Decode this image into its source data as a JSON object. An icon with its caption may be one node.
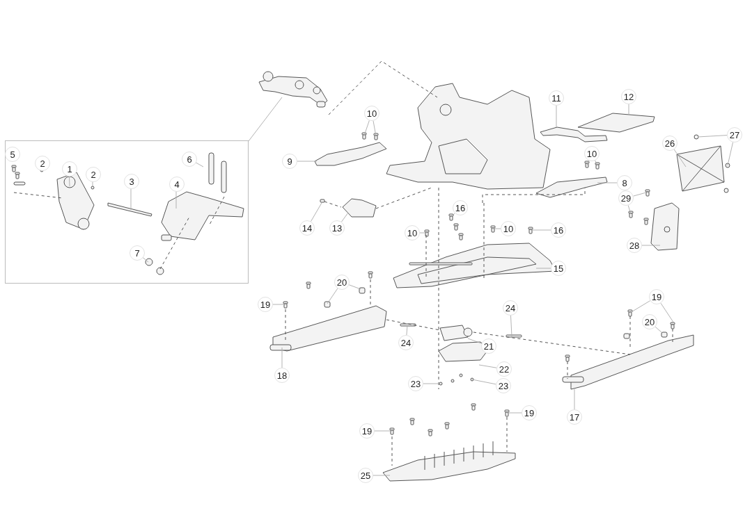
{
  "diagram": {
    "nodes": [
      {
        "text": [],
        "shape": "box"
      },
      {
        "text": [
          "5"
        ],
        "in": 0
      },
      {
        "text": [
          "2"
        ],
        "in": 0
      },
      {
        "text": [
          "1"
        ],
        "in": 0
      },
      {
        "text": [
          "2"
        ],
        "in": 0
      },
      {
        "text": [
          "3"
        ],
        "in": 0
      },
      {
        "text": [
          "6"
        ],
        "in": 0
      },
      {
        "text": [
          "4"
        ],
        "in": 0
      },
      {
        "text": [
          "7"
        ],
        "in": 0
      },
      {
        "text": [
          "10"
        ]
      },
      {
        "text": [
          "11"
        ]
      },
      {
        "text": [
          "12"
        ]
      },
      {
        "text": [
          "27"
        ]
      },
      {
        "text": [
          "26"
        ]
      },
      {
        "text": [
          "9"
        ]
      },
      {
        "text": [
          "10"
        ]
      },
      {
        "text": [
          "8"
        ]
      },
      {
        "text": [
          "29"
        ]
      },
      {
        "text": [
          "16"
        ]
      },
      {
        "text": [
          "14"
        ]
      },
      {
        "text": [
          "13"
        ]
      },
      {
        "text": [
          "10"
        ]
      },
      {
        "text": [
          "16"
        ]
      },
      {
        "text": [
          "10"
        ]
      },
      {
        "text": [
          "28"
        ]
      },
      {
        "text": [
          "15"
        ]
      },
      {
        "text": [
          "20"
        ]
      },
      {
        "text": [
          "19"
        ]
      },
      {
        "text": [
          "19"
        ]
      },
      {
        "text": [
          "24"
        ]
      },
      {
        "text": [
          "20"
        ]
      },
      {
        "text": [
          "24"
        ]
      },
      {
        "text": [
          "21"
        ]
      },
      {
        "text": [
          "22"
        ]
      },
      {
        "text": [
          "18"
        ]
      },
      {
        "text": [
          "23"
        ]
      },
      {
        "text": [
          "23"
        ]
      },
      {
        "text": [
          "19"
        ]
      },
      {
        "text": [
          "17"
        ]
      },
      {
        "text": [
          "19"
        ]
      },
      {
        "text": [
          "25"
        ]
      }
    ],
    "edges": [
      {
        "from": 0,
        "to": null,
        "arrow": "none"
      },
      {
        "from": 3,
        "to": null,
        "arrow": "none"
      },
      {
        "from": 4,
        "to": null,
        "arrow": "none"
      },
      {
        "from": 5,
        "to": null,
        "arrow": "none"
      },
      {
        "from": 7,
        "to": null,
        "arrow": "none"
      },
      {
        "from": 6,
        "to": null,
        "arrow": "none"
      },
      {
        "from": 8,
        "to": null,
        "arrow": "none"
      },
      {
        "from": 9,
        "to": null,
        "arrow": "none"
      },
      {
        "from": 9,
        "to": null,
        "arrow": "none"
      },
      {
        "from": 10,
        "to": null,
        "arrow": "none"
      },
      {
        "from": 11,
        "to": null,
        "arrow": "none"
      },
      {
        "from": 12,
        "to": null,
        "arrow": "none"
      },
      {
        "from": 12,
        "to": null,
        "arrow": "none"
      },
      {
        "from": 13,
        "to": null,
        "arrow": "none"
      },
      {
        "from": 14,
        "to": null,
        "arrow": "none"
      },
      {
        "from": 15,
        "to": null,
        "arrow": "none"
      },
      {
        "from": 15,
        "to": null,
        "arrow": "none"
      },
      {
        "from": 16,
        "to": null,
        "arrow": "none"
      },
      {
        "from": 17,
        "to": null,
        "arrow": "none"
      },
      {
        "from": 17,
        "to": null,
        "arrow": "none"
      },
      {
        "from": 18,
        "to": null,
        "arrow": "none"
      },
      {
        "from": 19,
        "to": null,
        "arrow": "none"
      },
      {
        "from": 20,
        "to": null,
        "arrow": "none"
      },
      {
        "from": 21,
        "to": null,
        "arrow": "none"
      },
      {
        "from": 22,
        "to": null,
        "arrow": "none"
      },
      {
        "from": 23,
        "to": null,
        "arrow": "none"
      },
      {
        "from": 24,
        "to": null,
        "arrow": "none"
      },
      {
        "from": 25,
        "to": null,
        "arrow": "none"
      },
      {
        "from": 26,
        "to": null,
        "arrow": "none"
      },
      {
        "from": 26,
        "to": null,
        "arrow": "none"
      },
      {
        "from": 27,
        "to": null,
        "arrow": "none"
      },
      {
        "from": 27,
        "to": null,
        "arrow": "none"
      },
      {
        "from": 28,
        "to": null,
        "arrow": "none"
      },
      {
        "from": 29,
        "to": null,
        "arrow": "none"
      },
      {
        "from": 30,
        "to": null,
        "arrow": "none"
      },
      {
        "from": 31,
        "to": null,
        "arrow": "none"
      },
      {
        "from": 32,
        "to": null,
        "arrow": "none"
      },
      {
        "from": 33,
        "to": null,
        "arrow": "none"
      },
      {
        "from": 34,
        "to": null,
        "arrow": "none"
      },
      {
        "from": 35,
        "to": null,
        "arrow": "none"
      },
      {
        "from": 36,
        "to": null,
        "arrow": "none"
      },
      {
        "from": 37,
        "to": null,
        "arrow": "none"
      },
      {
        "from": 38,
        "to": null,
        "arrow": "none"
      },
      {
        "from": 39,
        "to": null,
        "arrow": "none"
      },
      {
        "from": 40,
        "to": null,
        "arrow": "none"
      }
    ]
  }
}
